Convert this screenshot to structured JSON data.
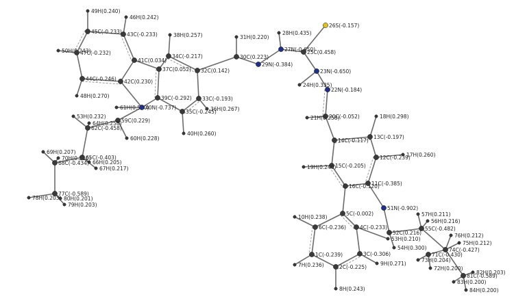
{
  "atoms": [
    {
      "id": "49H",
      "label": "49H(0.240)",
      "el": "H"
    },
    {
      "id": "46H",
      "label": "46H(0.242)",
      "el": "H"
    },
    {
      "id": "45C",
      "label": "45C(-0.233)",
      "el": "C"
    },
    {
      "id": "43C",
      "label": "43C(-0.233)",
      "el": "C"
    },
    {
      "id": "38H",
      "label": "38H(0.257)",
      "el": "H"
    },
    {
      "id": "31H",
      "label": "31H(0.220)",
      "el": "H"
    },
    {
      "id": "28H",
      "label": "28H(0.435)",
      "el": "H"
    },
    {
      "id": "26S",
      "label": "26S(-0.157)",
      "el": "S"
    },
    {
      "id": "50H",
      "label": "50H(0.243)",
      "el": "H"
    },
    {
      "id": "47C",
      "label": "47C(-0.232)",
      "el": "C"
    },
    {
      "id": "34C",
      "label": "34C(-0.217)",
      "el": "C"
    },
    {
      "id": "30C",
      "label": "30C(0.223)",
      "el": "C"
    },
    {
      "id": "27N",
      "label": "27N(-0.650)",
      "el": "N"
    },
    {
      "id": "25C",
      "label": "25C(0.458)",
      "el": "C"
    },
    {
      "id": "41C",
      "label": "41C(0.034)",
      "el": "C"
    },
    {
      "id": "37C",
      "label": "37C(0.052)",
      "el": "C"
    },
    {
      "id": "32C",
      "label": "32C(0.142)",
      "el": "C"
    },
    {
      "id": "29N",
      "label": "29N(-0.384)",
      "el": "N"
    },
    {
      "id": "23N",
      "label": "23N(-0.650)",
      "el": "N"
    },
    {
      "id": "44C",
      "label": "44C(-0.246)",
      "el": "C"
    },
    {
      "id": "42C",
      "label": "42C(0.230)",
      "el": "C"
    },
    {
      "id": "24H",
      "label": "24H(0.335)",
      "el": "H"
    },
    {
      "id": "22N",
      "label": "22N(-0.184)",
      "el": "N"
    },
    {
      "id": "48H",
      "label": "48H(0.270)",
      "el": "H"
    },
    {
      "id": "39C",
      "label": "39C(-0.292)",
      "el": "C"
    },
    {
      "id": "33C",
      "label": "33C(-0.193)",
      "el": "C"
    },
    {
      "id": "61H",
      "label": "61H(0.580)",
      "el": "H"
    },
    {
      "id": "40N",
      "label": "40N(-0.737)",
      "el": "N"
    },
    {
      "id": "35C",
      "label": "35C(-0.245)",
      "el": "C"
    },
    {
      "id": "36H",
      "label": "36H(0.267)",
      "el": "H"
    },
    {
      "id": "53H",
      "label": "53H(0.232)",
      "el": "H"
    },
    {
      "id": "59C",
      "label": "59C(0.229)",
      "el": "C"
    },
    {
      "id": "20C",
      "label": "20C(-0.052)",
      "el": "C"
    },
    {
      "id": "21H",
      "label": "21H(0.258)",
      "el": "H"
    },
    {
      "id": "18H",
      "label": "18H(0.298)",
      "el": "H"
    },
    {
      "id": "64H",
      "label": "64H(0.258)",
      "el": "H"
    },
    {
      "id": "62C",
      "label": "62C(-0.458)",
      "el": "C"
    },
    {
      "id": "60H",
      "label": "60H(0.228)",
      "el": "H"
    },
    {
      "id": "40H",
      "label": "40H(0.260)",
      "el": "H"
    },
    {
      "id": "14C",
      "label": "14C(-0.117)",
      "el": "C"
    },
    {
      "id": "13C",
      "label": "13C(-0.197)",
      "el": "C"
    },
    {
      "id": "69H",
      "label": "69H(0.207)",
      "el": "H"
    },
    {
      "id": "70H",
      "label": "70H(0.210)",
      "el": "H"
    },
    {
      "id": "65C",
      "label": "65C(-0.403)",
      "el": "C"
    },
    {
      "id": "66H",
      "label": "66H(0.205)",
      "el": "H"
    },
    {
      "id": "68C",
      "label": "68C(-0.434)",
      "el": "C"
    },
    {
      "id": "67H",
      "label": "67H(0.217)",
      "el": "H"
    },
    {
      "id": "17H",
      "label": "17H(0.260)",
      "el": "H"
    },
    {
      "id": "12C",
      "label": "12C(-0.239)",
      "el": "C"
    },
    {
      "id": "15C",
      "label": "15C(-0.205)",
      "el": "C"
    },
    {
      "id": "19H",
      "label": "19H(0.240)",
      "el": "H"
    },
    {
      "id": "16C",
      "label": "16C(-0.120)",
      "el": "C"
    },
    {
      "id": "11C",
      "label": "11C(-0.385)",
      "el": "C"
    },
    {
      "id": "77C",
      "label": "77C(-0.589)",
      "el": "C"
    },
    {
      "id": "78H",
      "label": "78H(0.203)",
      "el": "H"
    },
    {
      "id": "80H",
      "label": "80H(0.201)",
      "el": "H"
    },
    {
      "id": "79H",
      "label": "79H(0.203)",
      "el": "H"
    },
    {
      "id": "51N",
      "label": "51N(-0.902)",
      "el": "N"
    },
    {
      "id": "5C",
      "label": "5C(-0.002)",
      "el": "C"
    },
    {
      "id": "10H",
      "label": "10H(0.238)",
      "el": "H"
    },
    {
      "id": "57H",
      "label": "57H(0.211)",
      "el": "H"
    },
    {
      "id": "56H",
      "label": "56H(0.216)",
      "el": "H"
    },
    {
      "id": "6C",
      "label": "6C(-0.236)",
      "el": "C"
    },
    {
      "id": "4C",
      "label": "4C(-0.233)",
      "el": "C"
    },
    {
      "id": "55C",
      "label": "55C(-0.482)",
      "el": "C"
    },
    {
      "id": "52C",
      "label": "52C(0.216)",
      "el": "C"
    },
    {
      "id": "53H2",
      "label": "53H(0.210)",
      "el": "H"
    },
    {
      "id": "54H",
      "label": "54H(0.300)",
      "el": "H"
    },
    {
      "id": "76H",
      "label": "76H(0.212)",
      "el": "H"
    },
    {
      "id": "75H",
      "label": "75H(0.212)",
      "el": "H"
    },
    {
      "id": "74C",
      "label": "74C(-0.427)",
      "el": "C"
    },
    {
      "id": "1C",
      "label": "1C(-0.239)",
      "el": "C"
    },
    {
      "id": "3C",
      "label": "3C(-0.306)",
      "el": "C"
    },
    {
      "id": "71C",
      "label": "71C(-0.430)",
      "el": "C"
    },
    {
      "id": "7H",
      "label": "7H(0.236)",
      "el": "H"
    },
    {
      "id": "2C",
      "label": "2C(-0.225)",
      "el": "C"
    },
    {
      "id": "9H",
      "label": "9H(0.271)",
      "el": "H"
    },
    {
      "id": "73H",
      "label": "73H(0.204)",
      "el": "H"
    },
    {
      "id": "72H",
      "label": "72H(0.200)",
      "el": "H"
    },
    {
      "id": "82H",
      "label": "82H(0.203)",
      "el": "H"
    },
    {
      "id": "81C",
      "label": "81C(-0.589)",
      "el": "C"
    },
    {
      "id": "83H",
      "label": "83H(0.200)",
      "el": "H"
    },
    {
      "id": "8H",
      "label": "8H(0.243)",
      "el": "H"
    },
    {
      "id": "84H",
      "label": "84H(0.200)",
      "el": "H"
    }
  ],
  "colors": {
    "C": "#3a3a3a",
    "H": "#3a3a3a",
    "N": "#1f2f8a",
    "S": "#e0c020",
    "bond": "#6b6b6b"
  }
}
